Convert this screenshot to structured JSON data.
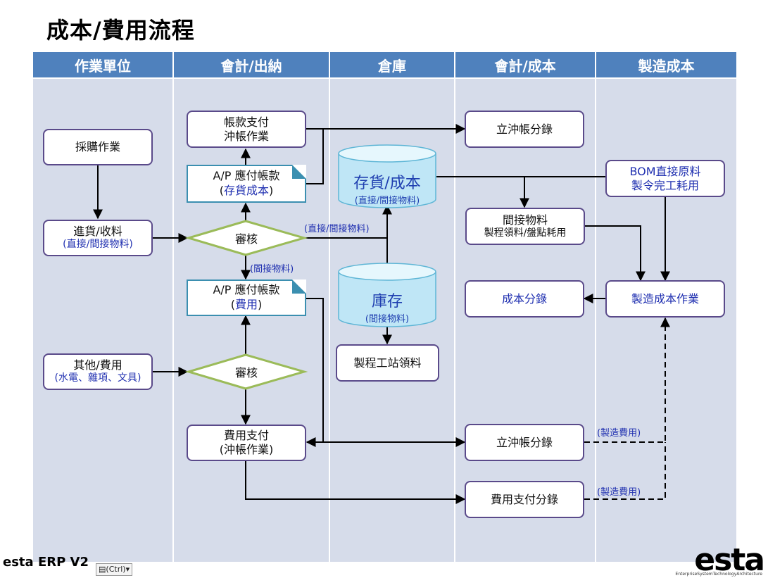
{
  "title": "成本/費用流程",
  "lanes": [
    "作業單位",
    "會計/出納",
    "倉庫",
    "會計/成本",
    "製造成本"
  ],
  "nodes": {
    "purchase": "採購作業",
    "receive_line1": "進貨/收料",
    "receive_line2": "(直接/間接物料)",
    "other_line1": "其他/費用",
    "other_line2": "(水電、雜項、文具)",
    "ap_pay_line1": "帳款支付",
    "ap_pay_line2": "沖帳作業",
    "ap_inventory_line1": "A/P  應付帳款",
    "ap_inventory_line2_open": "(",
    "ap_inventory_line2_mid": "存貨成本",
    "ap_inventory_line2_close": ")",
    "review1": "審核",
    "ap_expense_line1": "A/P  應付帳款",
    "ap_expense_line2_open": "(",
    "ap_expense_line2_mid": "費用",
    "ap_expense_line2_close": ")",
    "review2": "審核",
    "expense_pay_line1": "費用支付",
    "expense_pay_line2": "(沖帳作業)",
    "inventory_cost_main": "存貨/成本",
    "inventory_cost_sub": "(直接/間接物料)",
    "stock_main": "庫存",
    "stock_sub": "(間接物料)",
    "station_issue": "製程工站領料",
    "offset_entry1": "立沖帳分錄",
    "indirect_line1": "間接物料",
    "indirect_line2": "製程領料/盤點耗用",
    "cost_entry": "成本分錄",
    "offset_entry2": "立沖帳分錄",
    "expense_pay_entry": "費用支付分錄",
    "bom_line1": "BOM直接原料",
    "bom_line2": "製令完工耗用",
    "mfg_cost": "製造成本作業"
  },
  "edge_labels": {
    "direct_indirect": "(直接/間接物料)",
    "indirect": "(間接物料)",
    "mfg_expense1": "(製造費用)",
    "mfg_expense2": "(製造費用)"
  },
  "footer": {
    "product": "esta ERP V2",
    "paste_hint": "(Ctrl)",
    "logo": "esta",
    "logo_sub": "EnterpriseSystemTechnologyArchitecture"
  },
  "colors": {
    "header": "#4f81bd",
    "lane": "#d6dcea",
    "box_border": "#5a4a8a",
    "diamond_border": "#9bbb59",
    "doc_border": "#3b8fb0",
    "label_blue": "#1f2fb0"
  }
}
